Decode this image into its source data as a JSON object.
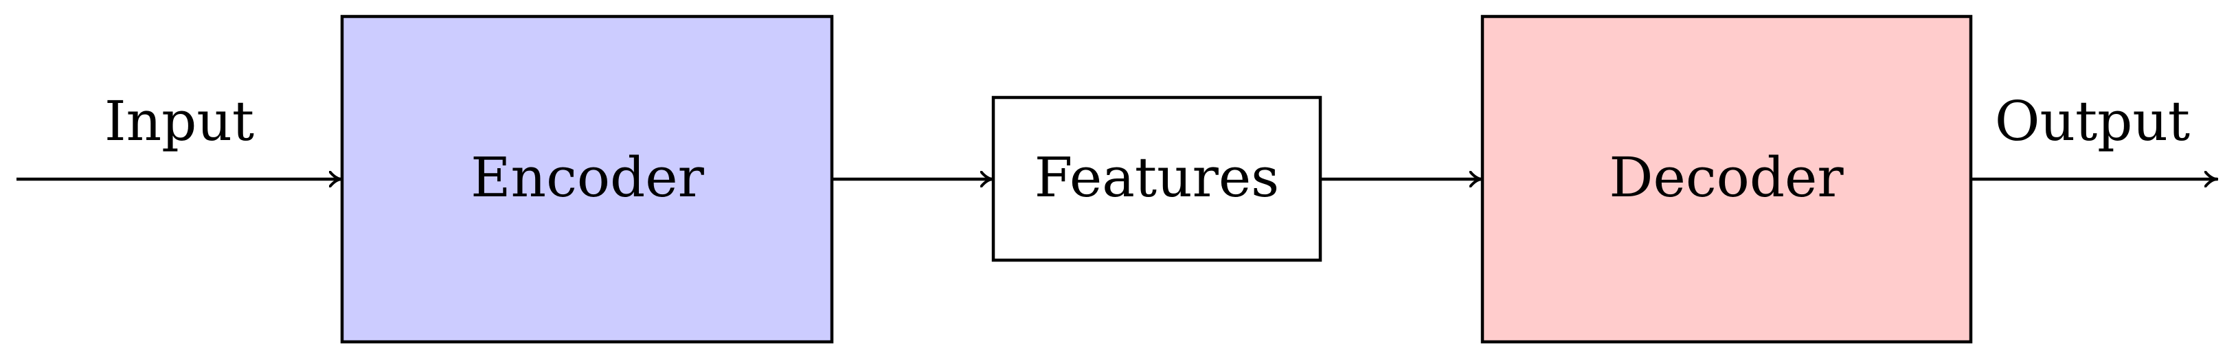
{
  "diagram": {
    "input_label": "Input",
    "output_label": "Output",
    "nodes": {
      "encoder": {
        "label": "Encoder",
        "fill": "#ccccff"
      },
      "features": {
        "label": "Features",
        "fill": "#ffffff"
      },
      "decoder": {
        "label": "Decoder",
        "fill": "#ffcccc"
      }
    },
    "stroke_color": "#000000"
  }
}
